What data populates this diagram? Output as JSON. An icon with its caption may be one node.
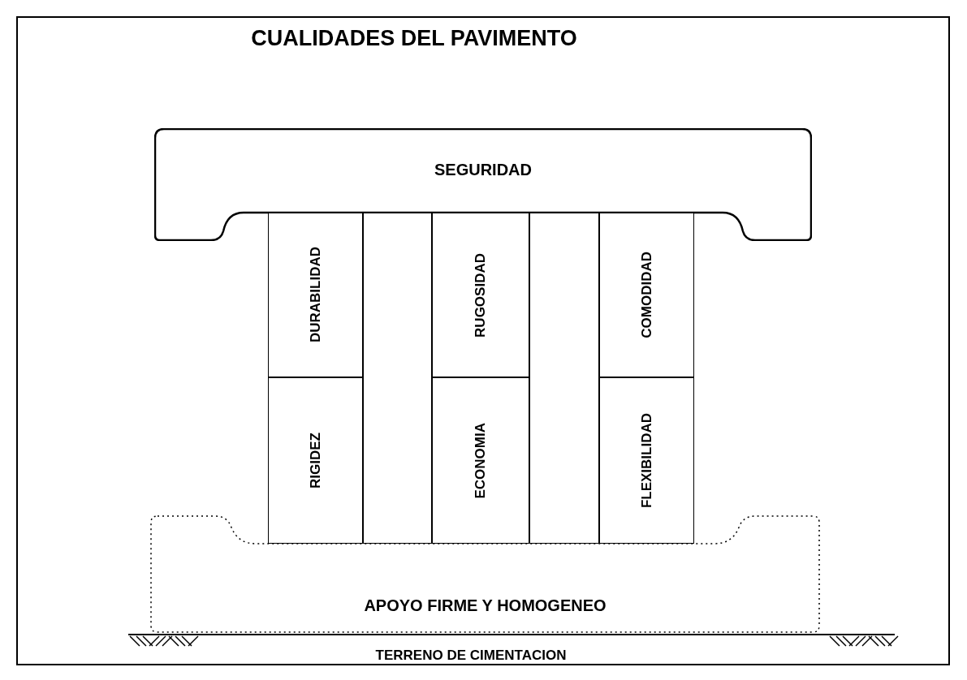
{
  "diagram": {
    "title": "CUALIDADES DEL PAVIMENTO",
    "nodes": [
      {
        "text": [
          "SEGURIDAD"
        ]
      },
      {
        "text": [
          "DURABILIDAD"
        ]
      },
      {
        "text": [
          "RIGIDEZ"
        ]
      },
      {
        "text": [],
        "shape": "box"
      },
      {
        "text": [
          "RUGOSIDAD"
        ]
      },
      {
        "text": [
          "ECONOMIA"
        ]
      },
      {
        "text": [],
        "shape": "box"
      },
      {
        "text": [
          "COMODIDAD"
        ]
      },
      {
        "text": [
          "FLEXIBILIDAD"
        ]
      },
      {
        "text": [
          "APOYO FIRME Y HOMOGENEO"
        ]
      }
    ],
    "edges": [],
    "labels": [
      "TERRENO DE CIMENTACION"
    ]
  }
}
